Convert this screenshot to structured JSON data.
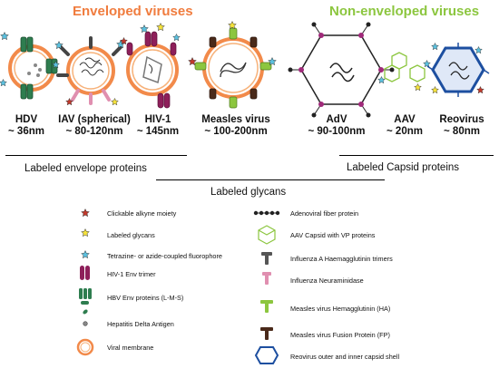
{
  "headers": {
    "enveloped": "Enveloped viruses",
    "non_enveloped": "Non-enveloped viruses",
    "enveloped_color": "#f07c3e",
    "non_enveloped_color": "#8cc63f"
  },
  "viruses": [
    {
      "name": "HDV",
      "size": "~ 36nm"
    },
    {
      "name": "IAV (spherical)",
      "size": "~ 80-120nm"
    },
    {
      "name": "HIV-1",
      "size": "~ 145nm"
    },
    {
      "name": "Measles virus",
      "size": "~ 100-200nm"
    },
    {
      "name": "AdV",
      "size": "~ 90-100nm"
    },
    {
      "name": "AAV",
      "size": "~ 20nm"
    },
    {
      "name": "Reovirus",
      "size": "~ 80nm"
    }
  ],
  "groups": {
    "envelope": "Labeled envelope proteins",
    "glycans": "Labeled glycans",
    "capsid": "Labeled Capsid proteins"
  },
  "legend": {
    "left": [
      {
        "icon": "star-red-icon",
        "label": "Clickable alkyne moiety"
      },
      {
        "icon": "star-yellow-icon",
        "label": "Labeled glycans"
      },
      {
        "icon": "star-cyan-icon",
        "label": "Tetrazine- or azide-coupled fluorophore"
      },
      {
        "icon": "hiv-env-trimer-icon",
        "label": "HIV-1 Env trimer"
      },
      {
        "icon": "hbv-env-icon",
        "label": "HBV Env proteins (L-M-S)"
      },
      {
        "icon": "hdv-antigen-icon",
        "label": "Hepatitis Delta Antigen"
      },
      {
        "icon": "viral-membrane-icon",
        "label": "Viral membrane"
      }
    ],
    "right": [
      {
        "icon": "adenoviral-fiber-icon",
        "label": "Adenoviral fiber protein"
      },
      {
        "icon": "aav-capsid-icon",
        "label": "AAV Capsid with VP proteins"
      },
      {
        "icon": "iav-ha-icon",
        "label": "Influenza A Haemagglutinin trimers"
      },
      {
        "icon": "iav-na-icon",
        "label": "Influenza Neuraminidase"
      },
      {
        "icon": "measles-ha-icon",
        "label": "Measles virus Hemagglutinin (HA)"
      },
      {
        "icon": "measles-fp-icon",
        "label": "Measles virus Fusion Protein (FP)"
      },
      {
        "icon": "reovirus-shell-icon",
        "label": "Reovirus outer and inner capsid shell"
      }
    ]
  }
}
